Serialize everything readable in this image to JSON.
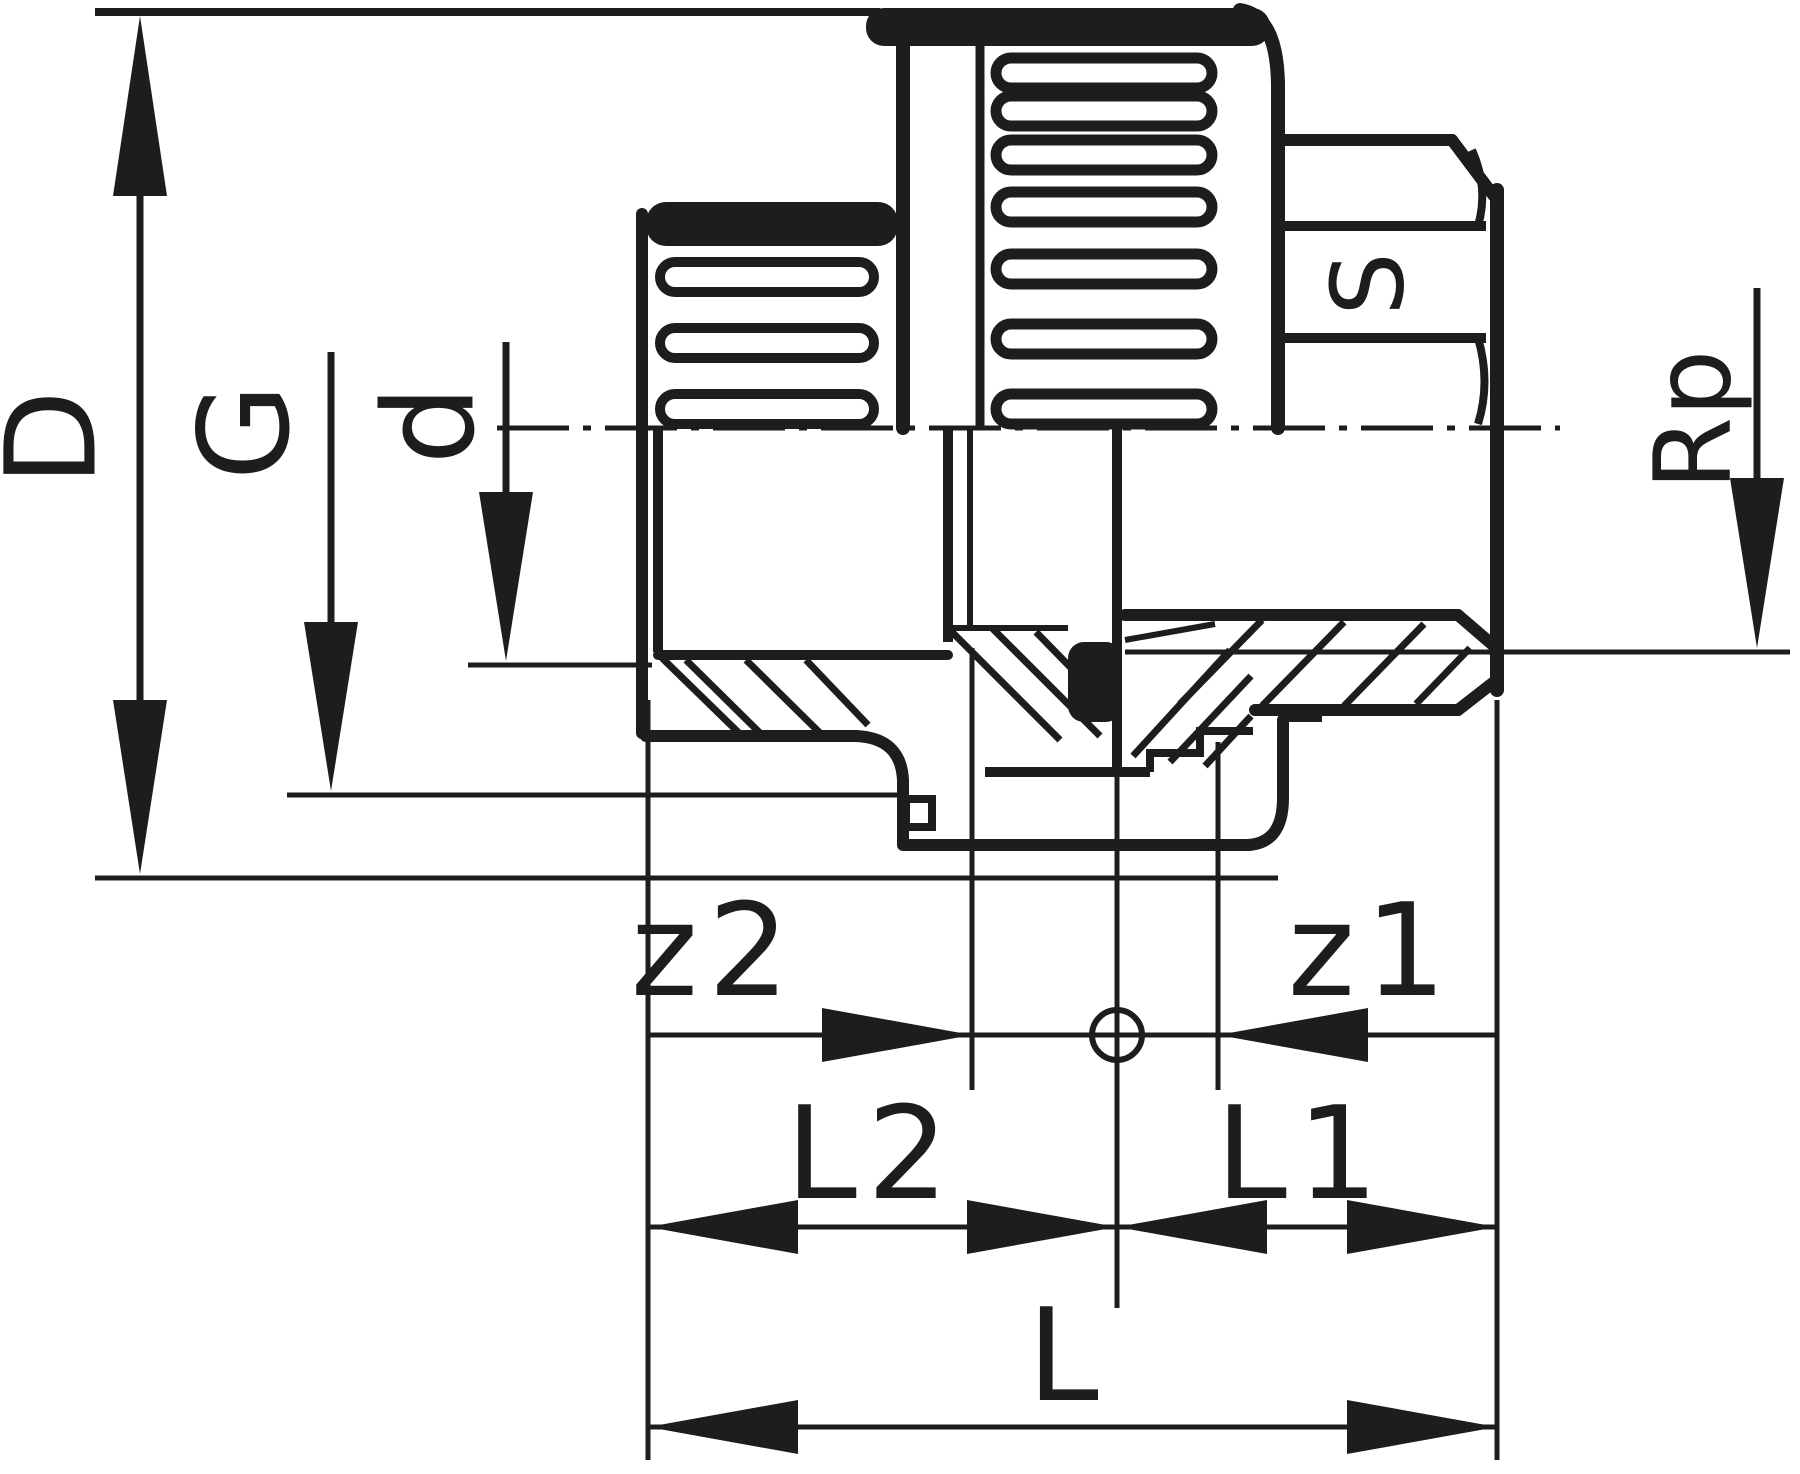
{
  "colors": {
    "ink": "#1d1d1b",
    "background": "#ffffff"
  },
  "dimension_labels": {
    "outer_diameter": "D",
    "union_thread": "G",
    "pipe_outer_diameter": "d",
    "hex_wrench_size": "S",
    "female_thread": "Rp",
    "socket_offset_left": "z2",
    "socket_offset_right": "z1",
    "length_left": "L2",
    "length_right": "L1",
    "overall_length": "L"
  }
}
